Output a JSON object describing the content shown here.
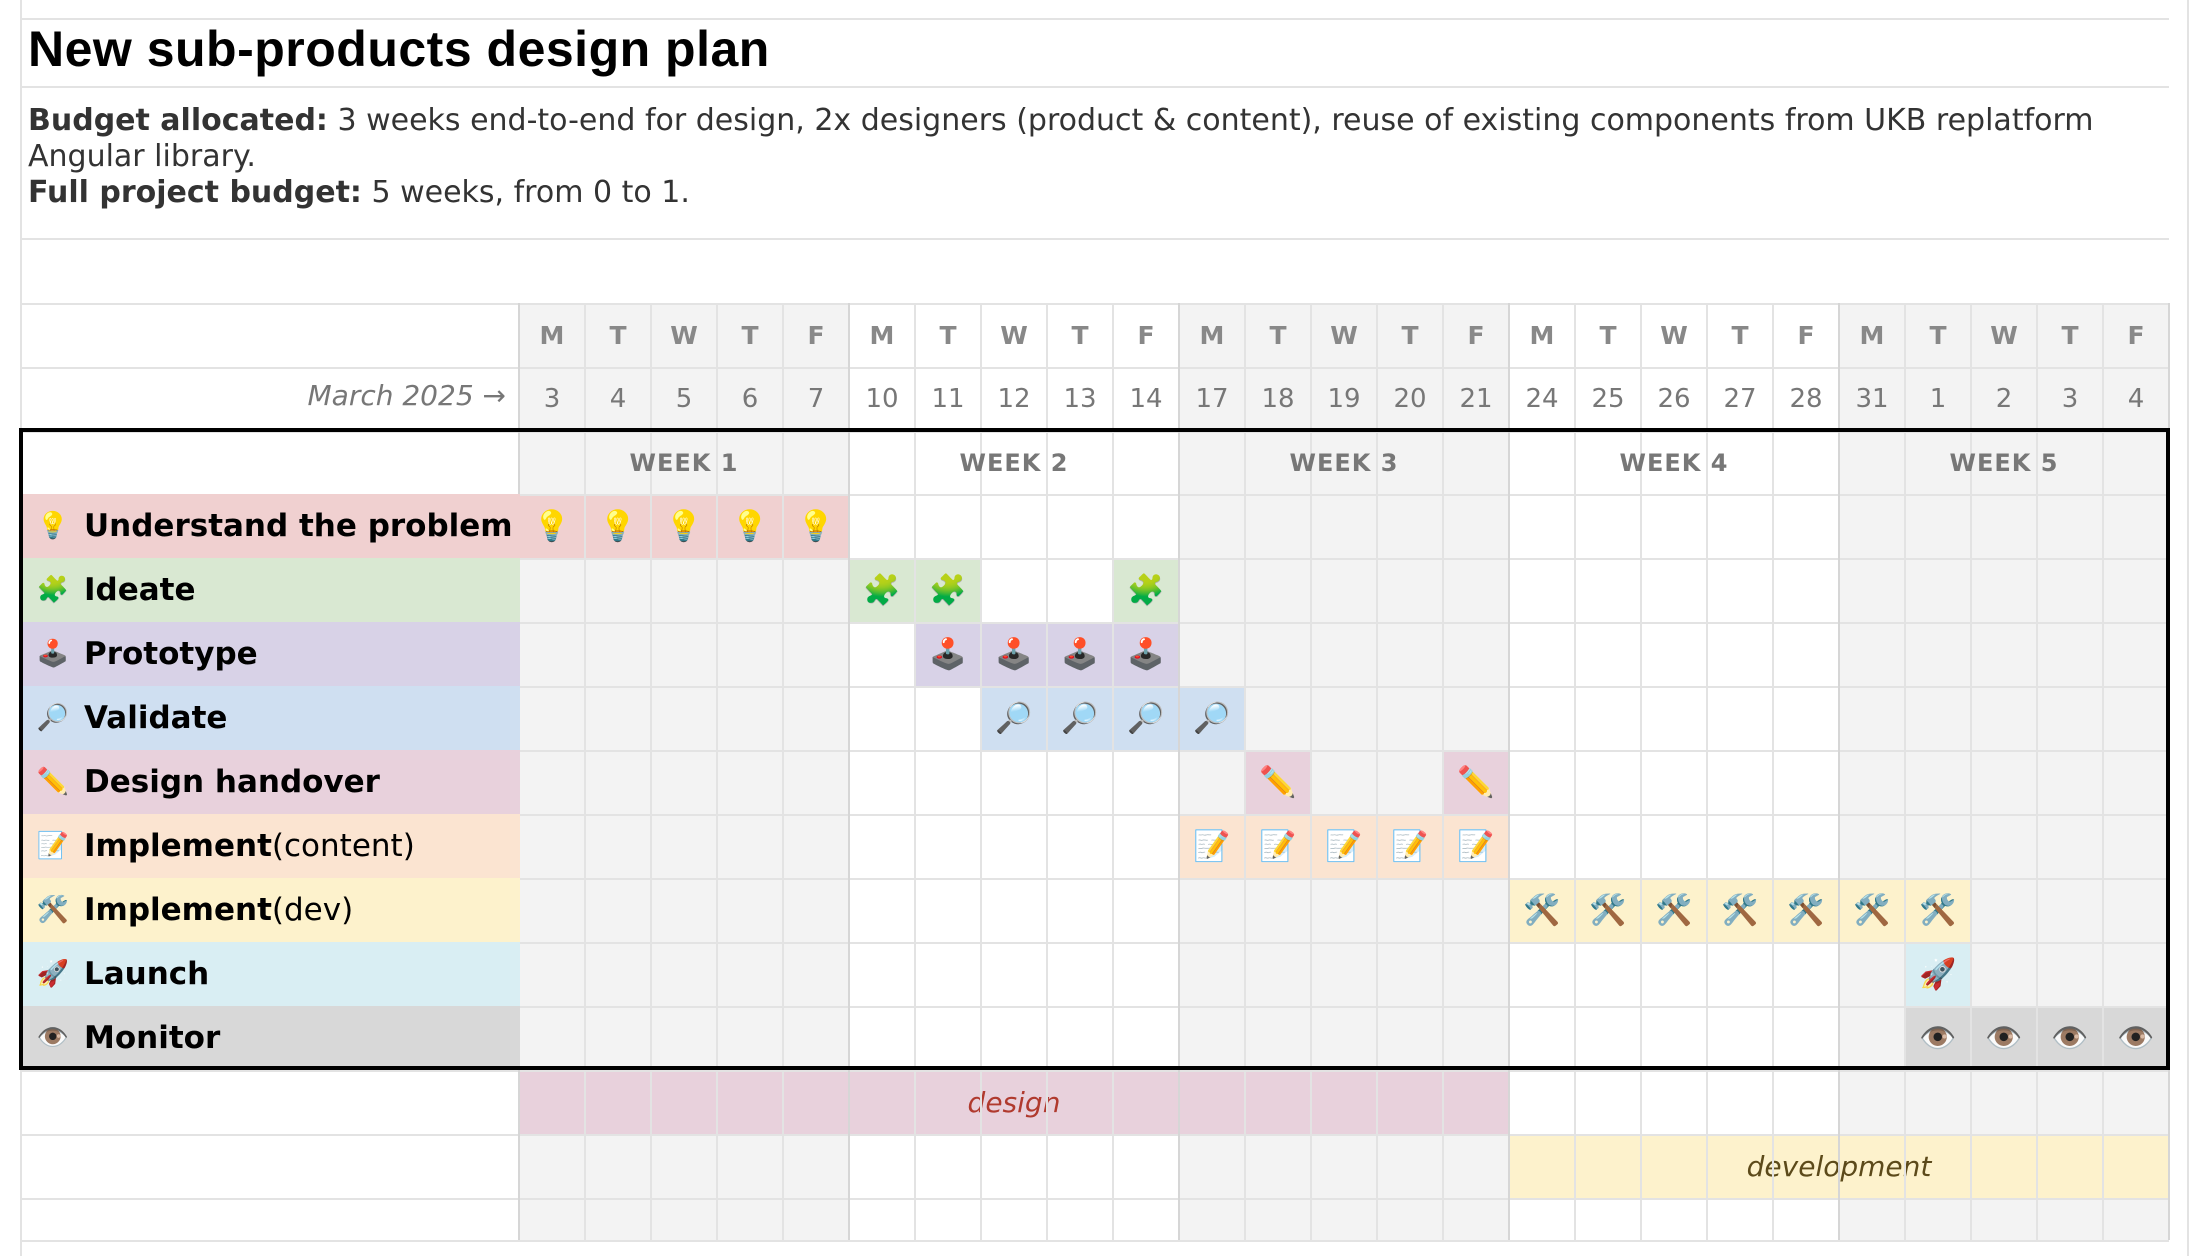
{
  "sheet": {
    "title": "New sub-products design plan",
    "budget_allocated_label": "Budget allocated:",
    "budget_allocated_text": " 3 weeks end-to-end for design, 2x designers (product & content), reuse of existing components from UKB replatform Angular library.",
    "full_budget_label": "Full project budget:",
    "full_budget_text": " 5 weeks, from 0 to 1."
  },
  "calendar": {
    "month_label": "March 2025 →",
    "day_letters": [
      "M",
      "T",
      "W",
      "T",
      "F",
      "M",
      "T",
      "W",
      "T",
      "F",
      "M",
      "T",
      "W",
      "T",
      "F",
      "M",
      "T",
      "W",
      "T",
      "F",
      "M",
      "T",
      "W",
      "T",
      "F"
    ],
    "dates": [
      "3",
      "4",
      "5",
      "6",
      "7",
      "10",
      "11",
      "12",
      "13",
      "14",
      "17",
      "18",
      "19",
      "20",
      "21",
      "24",
      "25",
      "26",
      "27",
      "28",
      "31",
      "1",
      "2",
      "3",
      "4"
    ],
    "weeks": [
      "WEEK 1",
      "WEEK 2",
      "WEEK 3",
      "WEEK 4",
      "WEEK 5"
    ]
  },
  "phases": [
    {
      "icon": "💡",
      "icon_name": "lightbulb-icon",
      "name": "Understand the problem",
      "suffix": "",
      "color": "#f0d0d0",
      "days": [
        0,
        1,
        2,
        3,
        4
      ]
    },
    {
      "icon": "🧩",
      "icon_name": "puzzle-piece-icon",
      "name": "Ideate",
      "suffix": "",
      "color": "#d9e8d2",
      "days": [
        5,
        6,
        9
      ]
    },
    {
      "icon": "🕹️",
      "icon_name": "joystick-icon",
      "name": "Prototype",
      "suffix": "",
      "color": "#d8d2e7",
      "days": [
        6,
        7,
        8,
        9
      ]
    },
    {
      "icon": "🔎",
      "icon_name": "magnifier-icon",
      "name": "Validate",
      "suffix": "",
      "color": "#cfdff1",
      "days": [
        7,
        8,
        9,
        10
      ]
    },
    {
      "icon": "✏️",
      "icon_name": "pencil-icon",
      "name": "Design handover",
      "suffix": "",
      "color": "#e8d1dc",
      "days": [
        11,
        14
      ]
    },
    {
      "icon": "📝",
      "icon_name": "memo-icon",
      "name": "Implement",
      "suffix": " (content)",
      "color": "#fbe4d1",
      "days": [
        10,
        11,
        12,
        13,
        14
      ]
    },
    {
      "icon": "🛠️",
      "icon_name": "tools-icon",
      "name": "Implement",
      "suffix": " (dev)",
      "color": "#fdf2cc",
      "days": [
        15,
        16,
        17,
        18,
        19,
        20,
        21
      ]
    },
    {
      "icon": "🚀",
      "icon_name": "rocket-icon",
      "name": "Launch",
      "suffix": "",
      "color": "#d9eef3",
      "days": [
        21
      ]
    },
    {
      "icon": "👁️",
      "icon_name": "eye-icon",
      "name": "Monitor",
      "suffix": "",
      "color": "#d8d8d8",
      "days": [
        21,
        22,
        23,
        24
      ]
    }
  ],
  "bands": [
    {
      "label": "design",
      "color": "#e8d1dc",
      "text_color": "#b03a2e",
      "start": 0,
      "end": 15
    },
    {
      "label": "development",
      "color": "#fdf2cc",
      "text_color": "#5c4a1a",
      "start": 15,
      "end": 25
    }
  ],
  "colors": {
    "alt_week_shade": "#f3f3f3",
    "grid_line": "#e3e3e3",
    "frame": "#000000"
  }
}
